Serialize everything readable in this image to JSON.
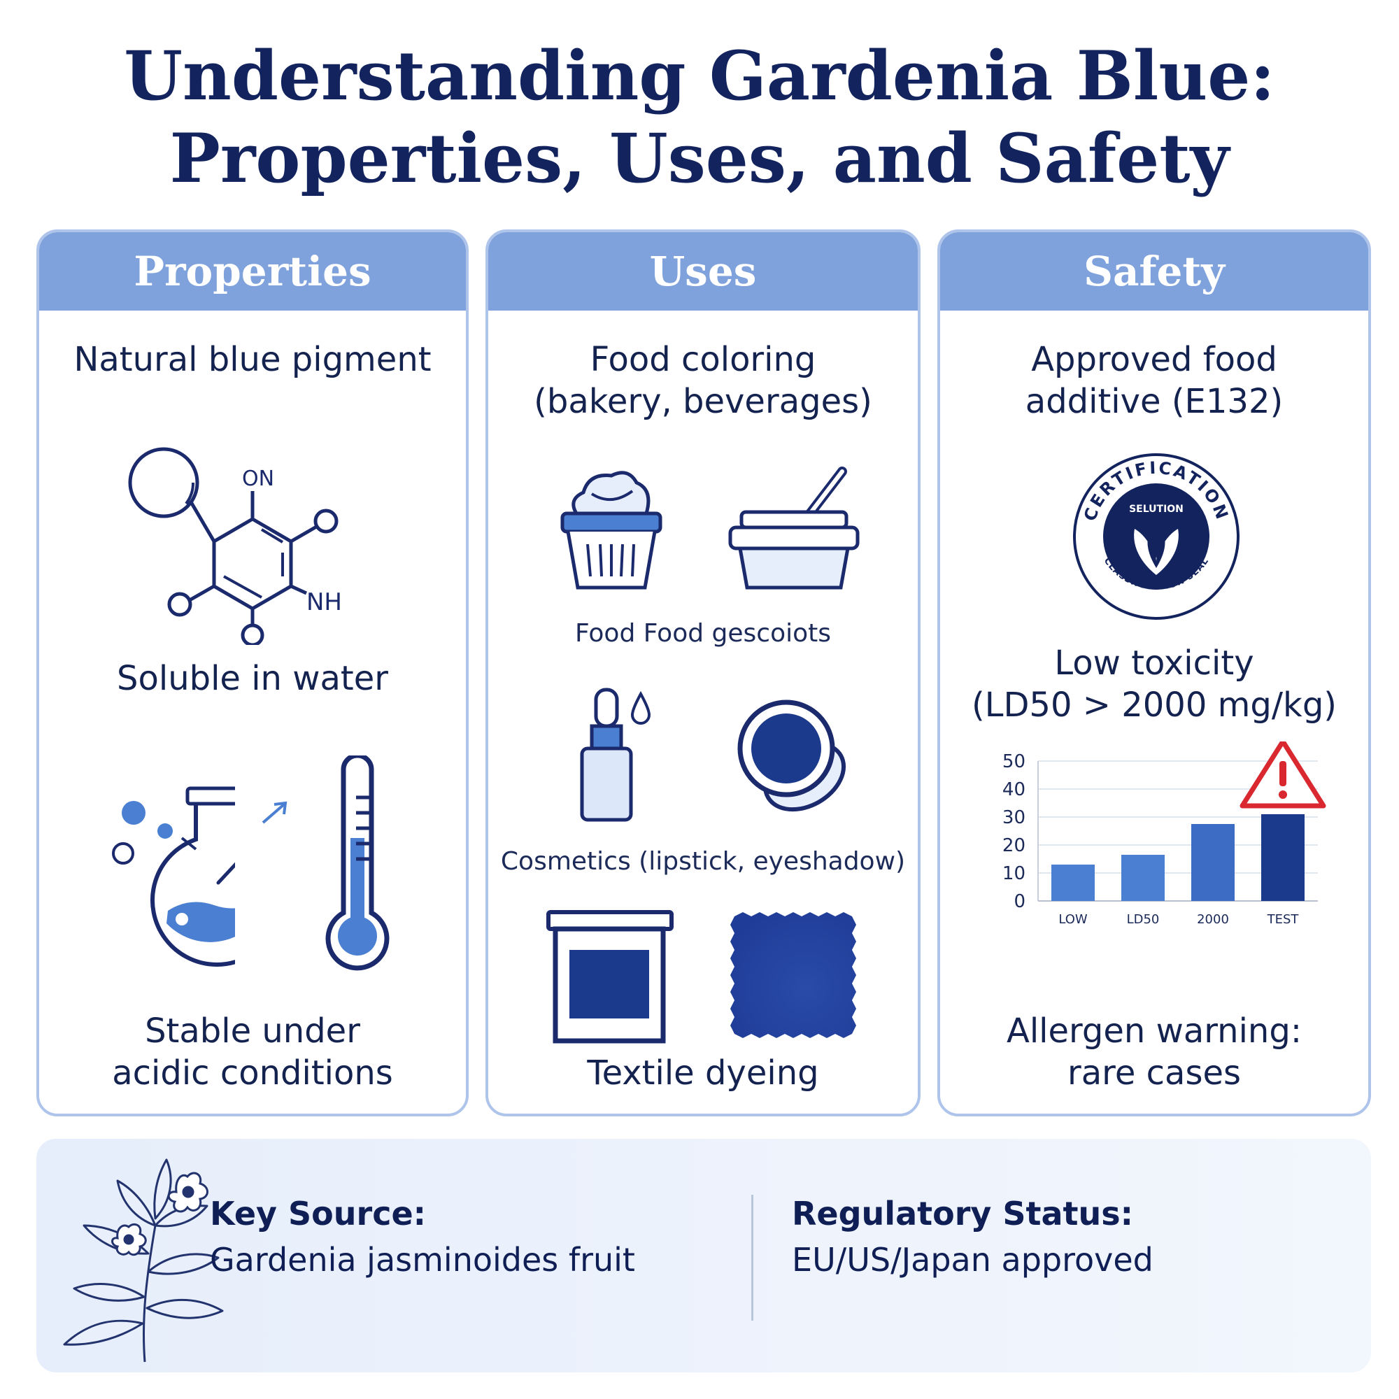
{
  "title": {
    "line1": "Understanding Gardenia Blue:",
    "line2": "Properties, Uses, and Safety"
  },
  "columns": {
    "properties": {
      "header": "Properties",
      "item1": "Natural blue pigment",
      "item2": "Soluble in water",
      "item3_line1": "Stable under",
      "item3_line2": "acidic conditions",
      "molecule_labels": {
        "top": "ON",
        "right": "NH"
      }
    },
    "uses": {
      "header": "Uses",
      "item1_line1": "Food coloring",
      "item1_line2": "(bakery, beverages)",
      "caption_food": "Food Food gescoiots",
      "caption_cosmetics": "Cosmetics (lipstick, eyeshadow)",
      "item_textile": "Textile dyeing"
    },
    "safety": {
      "header": "Safety",
      "item1_line1": "Approved food",
      "item1_line2": "additive (E132)",
      "seal": {
        "ring_text": "CERTIFICATION",
        "center_text": "SELUTION",
        "bottom_text": "CLASSIFICATION SEAL"
      },
      "item2_line1": "Low toxicity",
      "item2_line2": "(LD50 > 2000 mg/kg)",
      "item3_line1": "Allergen warning:",
      "item3_line2": "rare cases"
    }
  },
  "chart_data": {
    "type": "bar",
    "categories": [
      "LOW",
      "LD50",
      "2000",
      "TEST"
    ],
    "values": [
      13,
      16.5,
      27.5,
      31
    ],
    "ylim": [
      0,
      50
    ],
    "yticks": [
      0,
      10,
      20,
      30,
      40,
      50
    ],
    "grid": true,
    "colors": [
      "#4a7fd1",
      "#4a7fd1",
      "#3d6cc4",
      "#1c3a8c"
    ]
  },
  "footer": {
    "source_label": "Key Source:",
    "source_value": "Gardenia jasminoides fruit",
    "status_label": "Regulatory Status:",
    "status_value": "EU/US/Japan approved"
  },
  "colors": {
    "navy": "#13235e",
    "header_blue": "#7fa2dc",
    "accent_blue": "#4a7fd1",
    "warning_red": "#d9282f"
  }
}
